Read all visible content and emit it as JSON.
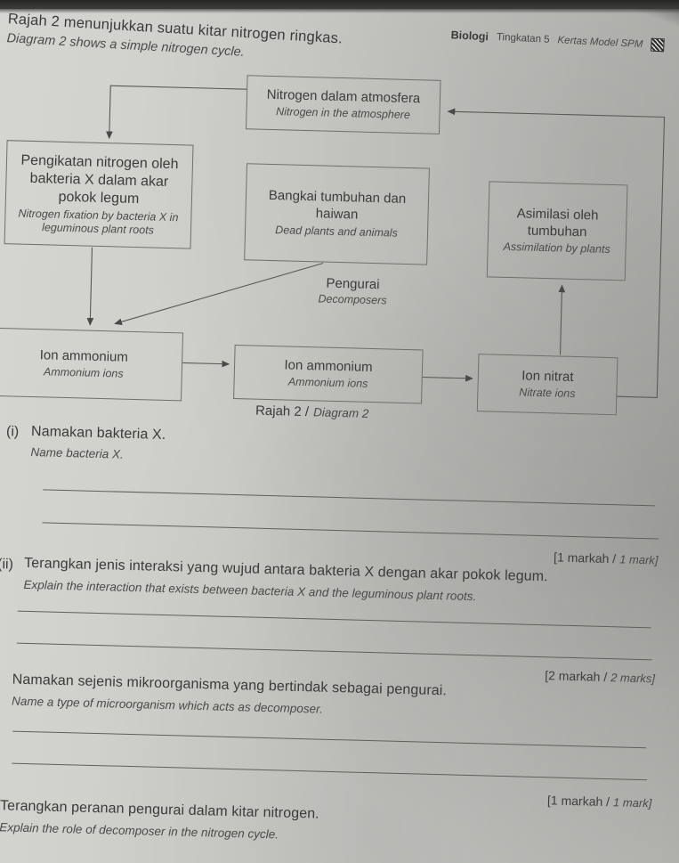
{
  "header": {
    "intro_ms": "Rajah 2 menunjukkan suatu kitar nitrogen ringkas.",
    "intro_en": "Diagram 2 shows a simple nitrogen cycle.",
    "subject": "Biologi",
    "level": "Tingkatan 5",
    "paper_type": "Kertas Model SPM"
  },
  "diagram": {
    "caption_ms": "Rajah 2 /",
    "caption_en": "Diagram 2",
    "boxes": {
      "atmosphere": {
        "ms": "Nitrogen dalam atmosfera",
        "en": "Nitrogen in the atmosphere"
      },
      "fixation": {
        "ms": "Pengikatan nitrogen oleh bakteria X dalam akar pokok legum",
        "en": "Nitrogen fixation by bacteria X in leguminous plant roots"
      },
      "dead_matter": {
        "ms": "Bangkai tumbuhan dan haiwan",
        "en": "Dead plants and animals"
      },
      "assimilation": {
        "ms": "Asimilasi oleh tumbuhan",
        "en": "Assimilation by plants"
      },
      "ammonium_left": {
        "ms": "Ion ammonium",
        "en": "Ammonium ions"
      },
      "ammonium_mid": {
        "ms": "Ion ammonium",
        "en": "Ammonium ions"
      },
      "nitrate": {
        "ms": "Ion nitrat",
        "en": "Nitrate ions"
      }
    },
    "labels": {
      "decomposers": {
        "ms": "Pengurai",
        "en": "Decomposers"
      }
    }
  },
  "questions": [
    {
      "num": "(i)",
      "ms": "Namakan bakteria X.",
      "en": "Name bacteria X.",
      "marks_ms": "[1 markah /",
      "marks_en": "1 mark]"
    },
    {
      "num": "(ii)",
      "ms": "Terangkan jenis interaksi yang wujud antara bakteria X dengan akar pokok legum.",
      "en": "Explain the interaction that exists between bacteria X and the leguminous plant roots.",
      "marks_ms": "[2 markah /",
      "marks_en": "2 marks]"
    },
    {
      "num": "i)",
      "ms": "Namakan sejenis mikroorganisma yang bertindak sebagai pengurai.",
      "en": "Name a type of microorganism which acts as decomposer.",
      "marks_ms": "[1 markah /",
      "marks_en": "1 mark]"
    },
    {
      "num": ")",
      "ms": "Terangkan peranan pengurai dalam kitar nitrogen.",
      "en": "Explain the role of decomposer in the nitrogen cycle."
    }
  ]
}
